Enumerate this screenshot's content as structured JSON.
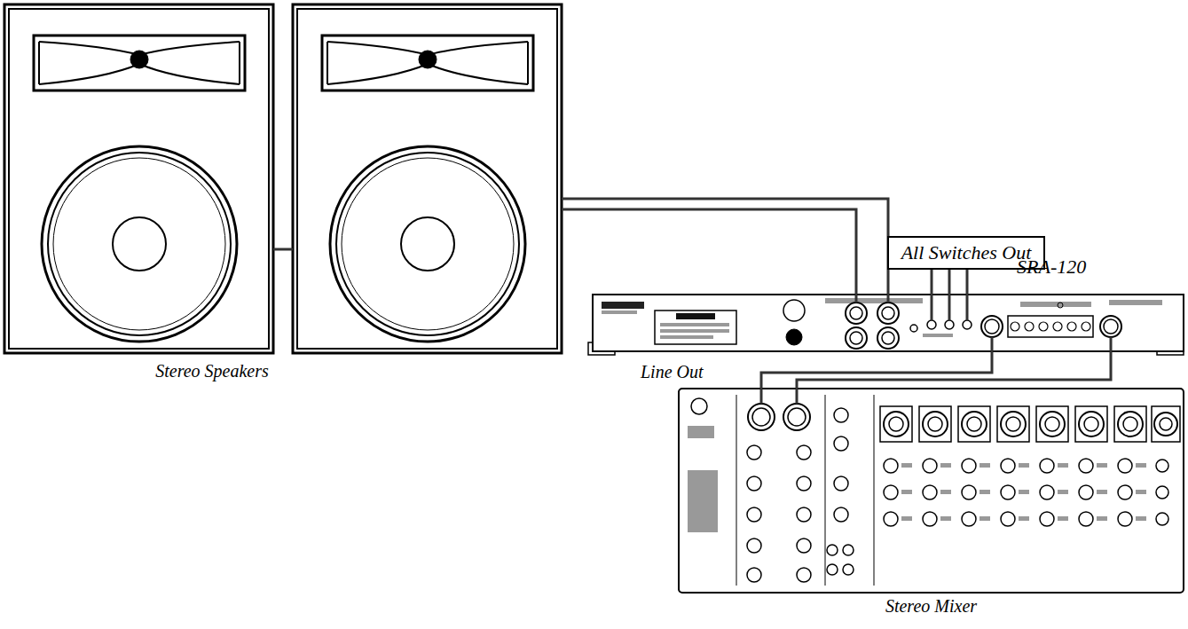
{
  "diagram": {
    "nodes": [
      {
        "text": [
          "Stereo Speakers"
        ]
      },
      {
        "text": [
          "All Switches Out"
        ]
      },
      {
        "text": [
          "SRA-120"
        ]
      },
      {
        "text": [
          "Stereo Mixer"
        ]
      }
    ],
    "edges": [
      {
        "from": 0,
        "to": 2,
        "arrow": "none"
      },
      {
        "from": 0,
        "to": 2,
        "arrow": "none"
      },
      {
        "from": 1,
        "to": 2,
        "arrow": "none"
      },
      {
        "from": 1,
        "to": 2,
        "arrow": "none"
      },
      {
        "from": 1,
        "to": 2,
        "arrow": "none"
      },
      {
        "from": 3,
        "to": 2,
        "arrow": "none"
      },
      {
        "from": 3,
        "to": 2,
        "arrow": "none"
      }
    ],
    "labels": [
      "Line Out"
    ]
  }
}
